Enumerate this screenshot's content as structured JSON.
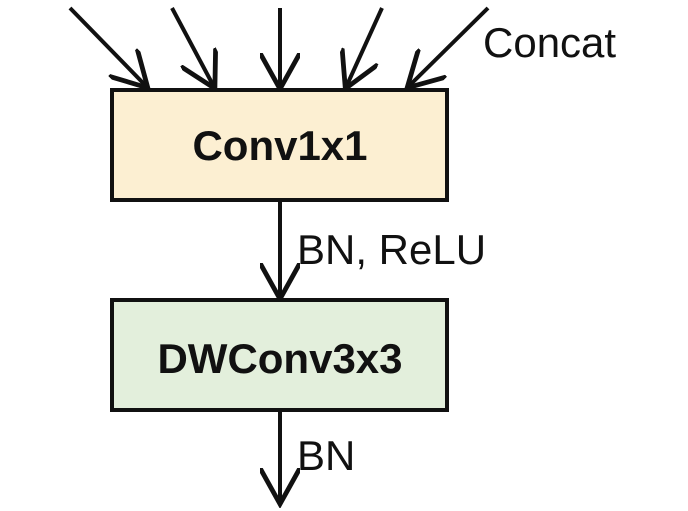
{
  "diagram": {
    "nodes": [
      {
        "id": "conv1x1",
        "label": "Conv1x1",
        "fill": "#fcefd2",
        "stroke": "#111111"
      },
      {
        "id": "dwconv3x3",
        "label": "DWConv3x3",
        "fill": "#e3efdc",
        "stroke": "#111111"
      }
    ],
    "edges": [
      {
        "from": "inputs",
        "to": "conv1x1",
        "label": "Concat",
        "count": 5
      },
      {
        "from": "conv1x1",
        "to": "dwconv3x3",
        "label": "BN, ReLU"
      },
      {
        "from": "dwconv3x3",
        "to": "output",
        "label": "BN"
      }
    ]
  }
}
